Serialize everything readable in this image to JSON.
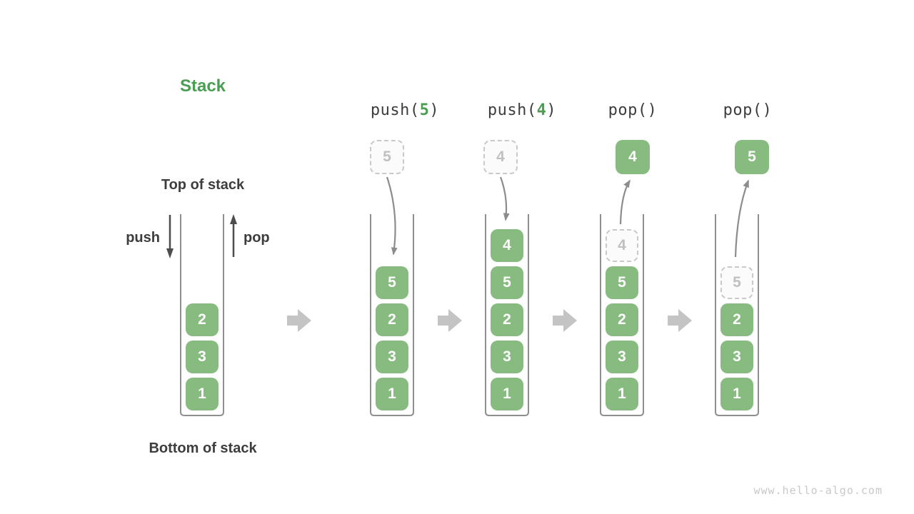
{
  "title": "Stack",
  "labels": {
    "top_of_stack": "Top of stack",
    "bottom_of_stack": "Bottom of stack",
    "push": "push",
    "pop": "pop"
  },
  "watermark": "www.hello-algo.com",
  "colors": {
    "element_green": "#87bb80",
    "accent_green": "#4a9e52",
    "dark_text": "#3d3d3d",
    "ghost_border": "#c9c9c9",
    "ghost_fill": "#fbfbfb",
    "ghost_text": "#c0c0c0",
    "container_stroke": "#8f8f8f",
    "flow_arrow": "#c4c4c4",
    "curve_arrow": "#8c8c8c",
    "dark_arrow": "#4d4d4d",
    "watermark_text": "#c9c9c9"
  },
  "stacks": [
    {
      "id": "initial",
      "operation": null,
      "floating": null,
      "transfer": null,
      "elements": [
        {
          "value": "2",
          "ghost": false
        },
        {
          "value": "3",
          "ghost": false
        },
        {
          "value": "1",
          "ghost": false
        }
      ]
    },
    {
      "id": "after-push-5",
      "operation": {
        "pre": "push(",
        "arg": "5",
        "post": ")"
      },
      "floating": {
        "value": "5",
        "style": "ghost"
      },
      "transfer": "push",
      "elements": [
        {
          "value": "5",
          "ghost": false
        },
        {
          "value": "2",
          "ghost": false
        },
        {
          "value": "3",
          "ghost": false
        },
        {
          "value": "1",
          "ghost": false
        }
      ]
    },
    {
      "id": "after-push-4",
      "operation": {
        "pre": "push(",
        "arg": "4",
        "post": ")"
      },
      "floating": {
        "value": "4",
        "style": "ghost"
      },
      "transfer": "push",
      "elements": [
        {
          "value": "4",
          "ghost": false
        },
        {
          "value": "5",
          "ghost": false
        },
        {
          "value": "2",
          "ghost": false
        },
        {
          "value": "3",
          "ghost": false
        },
        {
          "value": "1",
          "ghost": false
        }
      ]
    },
    {
      "id": "after-pop-4",
      "operation": {
        "pre": "pop()",
        "arg": "",
        "post": ""
      },
      "floating": {
        "value": "4",
        "style": "solid"
      },
      "transfer": "pop",
      "elements": [
        {
          "value": "4",
          "ghost": true
        },
        {
          "value": "5",
          "ghost": false
        },
        {
          "value": "2",
          "ghost": false
        },
        {
          "value": "3",
          "ghost": false
        },
        {
          "value": "1",
          "ghost": false
        }
      ]
    },
    {
      "id": "after-pop-5",
      "operation": {
        "pre": "pop()",
        "arg": "",
        "post": ""
      },
      "floating": {
        "value": "5",
        "style": "solid"
      },
      "transfer": "pop",
      "elements": [
        {
          "value": "5",
          "ghost": true
        },
        {
          "value": "2",
          "ghost": false
        },
        {
          "value": "3",
          "ghost": false
        },
        {
          "value": "1",
          "ghost": false
        }
      ]
    }
  ]
}
